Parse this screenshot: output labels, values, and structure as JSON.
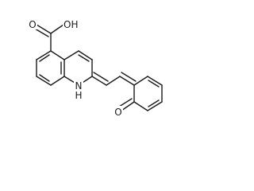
{
  "structure": {
    "atom_labels": {
      "carboxyl": "OH",
      "carboxyl_carbonyl": "O",
      "ring_nh": "N",
      "ring_nh_h": "H",
      "keto_o": "O"
    },
    "colors": {
      "bond": "#1a1a1a",
      "background": "#ffffff"
    }
  }
}
